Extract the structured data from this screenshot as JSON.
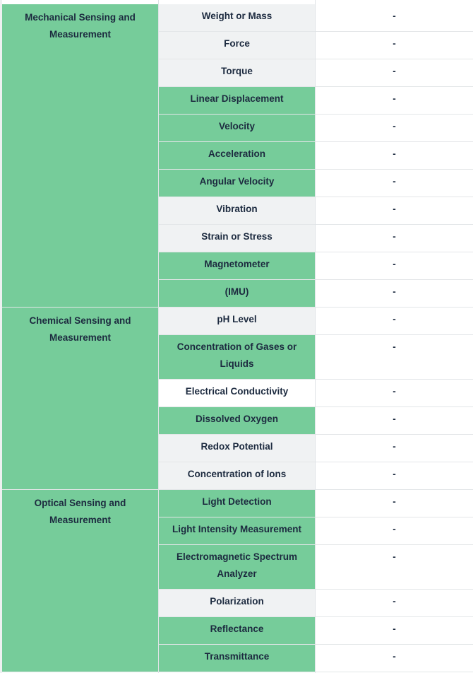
{
  "colors": {
    "green": "#76cc9a",
    "grey": "#f0f2f3",
    "white": "#ffffff",
    "text": "#1c2a3f"
  },
  "groups": [
    {
      "category": "Mechanical Sensing and Measurement",
      "rows": [
        {
          "sensor": "Weight or Mass",
          "value": "-",
          "shade": "grey"
        },
        {
          "sensor": "Force",
          "value": "-",
          "shade": "grey"
        },
        {
          "sensor": "Torque",
          "value": "-",
          "shade": "grey"
        },
        {
          "sensor": "Linear Displacement",
          "value": "-",
          "shade": "green"
        },
        {
          "sensor": "Velocity",
          "value": "-",
          "shade": "green"
        },
        {
          "sensor": "Acceleration",
          "value": "-",
          "shade": "green"
        },
        {
          "sensor": "Angular Velocity",
          "value": "-",
          "shade": "green"
        },
        {
          "sensor": "Vibration",
          "value": "-",
          "shade": "grey"
        },
        {
          "sensor": "Strain or Stress",
          "value": "-",
          "shade": "grey"
        },
        {
          "sensor": "Magnetometer",
          "value": "-",
          "shade": "green"
        },
        {
          "sensor": "(IMU)",
          "value": "-",
          "shade": "green"
        }
      ]
    },
    {
      "category": "Chemical Sensing and Measurement",
      "rows": [
        {
          "sensor": "pH Level",
          "value": "-",
          "shade": "grey"
        },
        {
          "sensor": "Concentration of Gases or Liquids",
          "value": "-",
          "shade": "green"
        },
        {
          "sensor": "Electrical Conductivity",
          "value": "-",
          "shade": "white"
        },
        {
          "sensor": "Dissolved Oxygen",
          "value": "-",
          "shade": "green"
        },
        {
          "sensor": "Redox Potential",
          "value": "-",
          "shade": "grey"
        },
        {
          "sensor": "Concentration of Ions",
          "value": "-",
          "shade": "grey"
        }
      ]
    },
    {
      "category": "Optical Sensing and Measurement",
      "rows": [
        {
          "sensor": "Light Detection",
          "value": "-",
          "shade": "green"
        },
        {
          "sensor": "Light Intensity Measurement",
          "value": "-",
          "shade": "green"
        },
        {
          "sensor": "Electromagnetic Spectrum Analyzer",
          "value": "-",
          "shade": "green"
        },
        {
          "sensor": "Polarization",
          "value": "-",
          "shade": "grey"
        },
        {
          "sensor": "Reflectance",
          "value": "-",
          "shade": "green"
        },
        {
          "sensor": "Transmittance",
          "value": "-",
          "shade": "green"
        }
      ]
    }
  ]
}
